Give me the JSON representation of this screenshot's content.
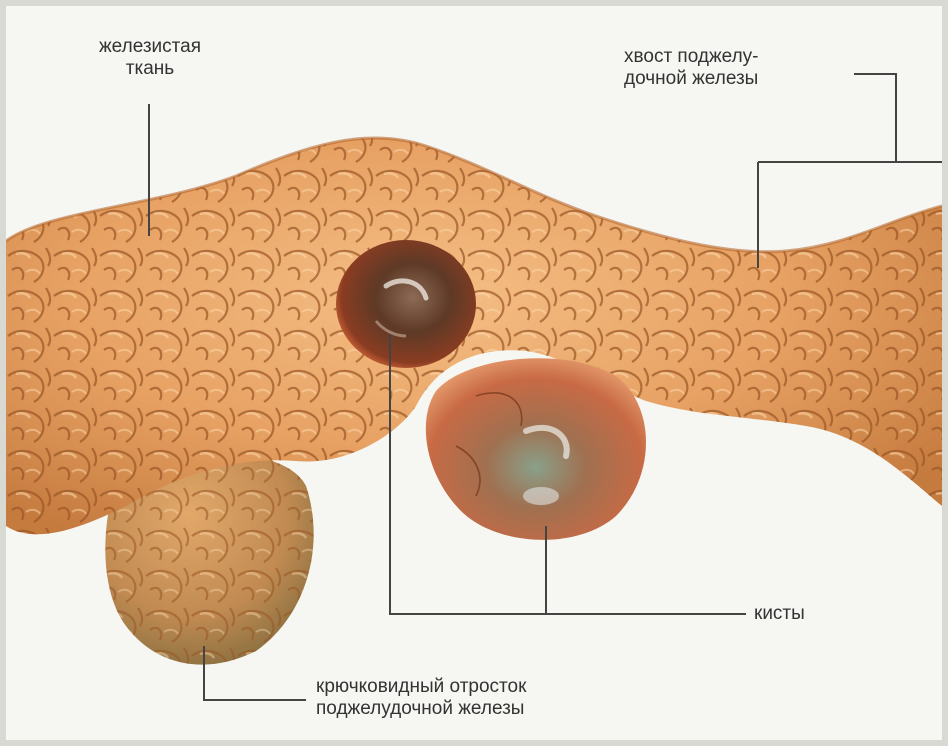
{
  "colors": {
    "background": "#f6f6f2",
    "border": "#d9d9d3",
    "tissue": "#e8a166",
    "tissue_shadow": "#a8602d",
    "tissue_highlight": "#f8cf98",
    "fissure": "#8a4b1e",
    "cyst_dark": "#5a3a25",
    "cyst_rim": "#c8553c",
    "leader_line": "#444444",
    "text": "#333333"
  },
  "labels": {
    "glandular_tissue": [
      "железистая",
      "ткань"
    ],
    "tail": [
      "хвост поджелу-",
      "дочной железы"
    ],
    "cysts": "кисты",
    "uncinate_process": [
      "крючковидный отросток",
      "поджелудочной железы"
    ]
  }
}
